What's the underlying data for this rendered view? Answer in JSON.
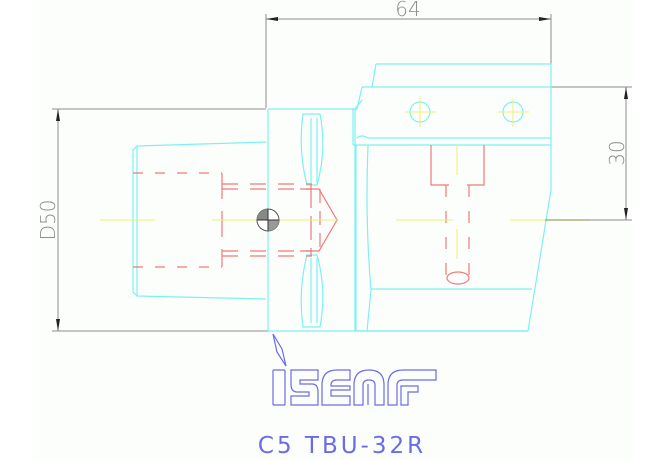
{
  "drawing": {
    "title": "C5 TBU-32R",
    "brand": "iscar",
    "dimensions": {
      "width_label": "64",
      "diameter_label": "D50",
      "height_label": "30"
    },
    "colors": {
      "background": "#fcfefc",
      "outline": "#7ff0f0",
      "hidden": "#f07a7a",
      "center": "#f0f070",
      "dimension": "#8c8c8c",
      "brand": "#6b6be6"
    }
  }
}
